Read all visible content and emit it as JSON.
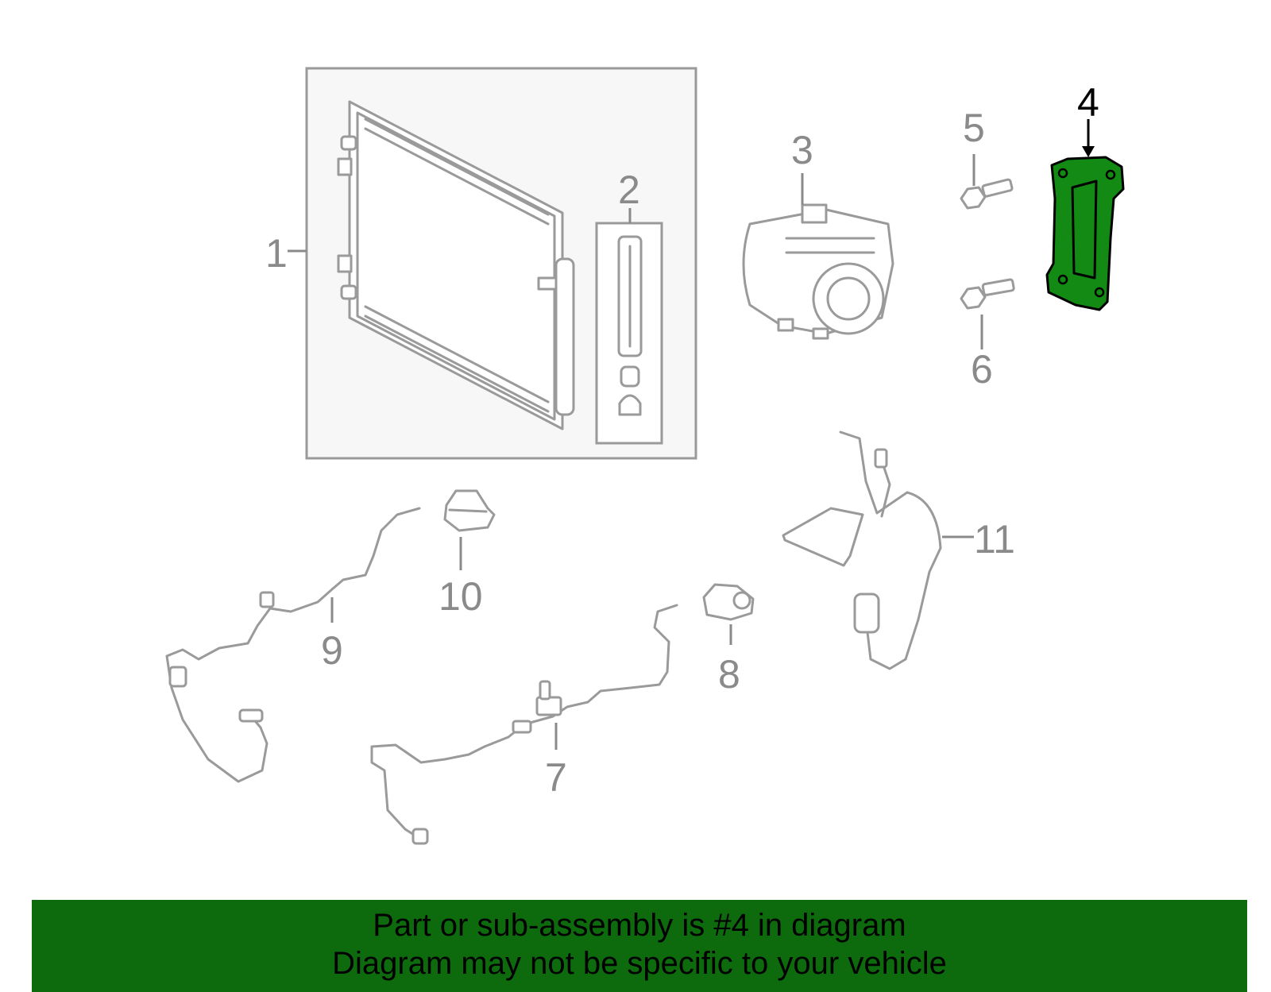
{
  "diagram": {
    "callouts": [
      {
        "id": "1",
        "label": "1"
      },
      {
        "id": "2",
        "label": "2"
      },
      {
        "id": "3",
        "label": "3"
      },
      {
        "id": "4",
        "label": "4"
      },
      {
        "id": "5",
        "label": "5"
      },
      {
        "id": "6",
        "label": "6"
      },
      {
        "id": "7",
        "label": "7"
      },
      {
        "id": "8",
        "label": "8"
      },
      {
        "id": "9",
        "label": "9"
      },
      {
        "id": "10",
        "label": "10"
      },
      {
        "id": "11",
        "label": "11"
      }
    ],
    "highlighted_part": "4",
    "colors": {
      "highlight_fill": "#138a13",
      "highlight_stroke": "#000000",
      "line_art": "#9a9a9a",
      "banner_bg": "#0d6b0d"
    }
  },
  "banner": {
    "line1": "Part or sub-assembly is #4 in diagram",
    "line2": "Diagram may not be specific to your vehicle"
  }
}
